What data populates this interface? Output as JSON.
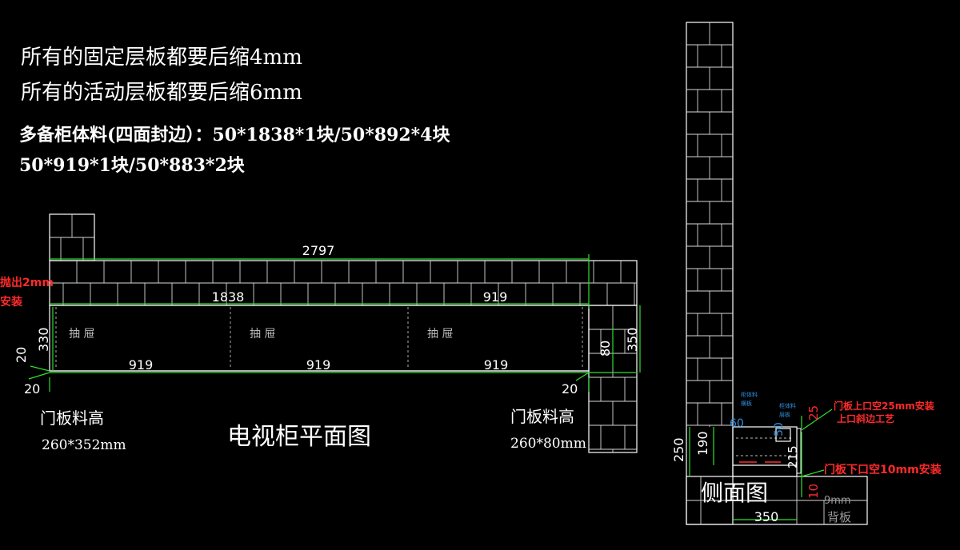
{
  "notes": {
    "line1": "所有的固定层板都要后缩4mm",
    "line2": "所有的活动层板都要后缩6mm",
    "line3": "多备柜体料(四面封边）：50*1838*1块/50*892*4块",
    "line4": "50*919*1块/50*883*2块"
  },
  "plan": {
    "title": "电视柜平面图",
    "dim_total": "2797",
    "dim_inner": "1838",
    "dim_right_top": "919",
    "dim_330": "330",
    "dim_20_left": "20",
    "dim_20_bottom_left": "20",
    "dim_20_bottom_right": "20",
    "dim_80": "80",
    "dim_350": "350",
    "drawer_label": "抽 屉",
    "drawer_widths": [
      "919",
      "919",
      "919"
    ],
    "left_note_1": "抛出2mm",
    "left_note_2": "安装",
    "door_left_title": "门板料高",
    "door_left_size": "260*352mm",
    "door_right_title": "门板料高",
    "door_right_size": "260*80mm"
  },
  "side": {
    "title": "侧面图",
    "dim_250": "250",
    "dim_190": "190",
    "dim_60": "60",
    "dim_50": "50",
    "dim_25": "25",
    "dim_215": "215",
    "dim_10": "10",
    "dim_350": "350",
    "small_label_1": "柜体料",
    "small_label_2": "横板",
    "small_label_3": "柜体料",
    "small_label_4": "层板",
    "note_top_1": "门板上口空25mm安装",
    "note_top_2": "上口斜边工艺",
    "note_bottom": "门板下口空10mm安装",
    "back_thickness": "9mm",
    "back_label": "背板"
  },
  "colors": {
    "background": "#000000",
    "lines": "#ffffff",
    "dimension_green": "#2ee02e",
    "note_red": "#ff2a2a",
    "dim_blue": "#2f8fe0"
  }
}
